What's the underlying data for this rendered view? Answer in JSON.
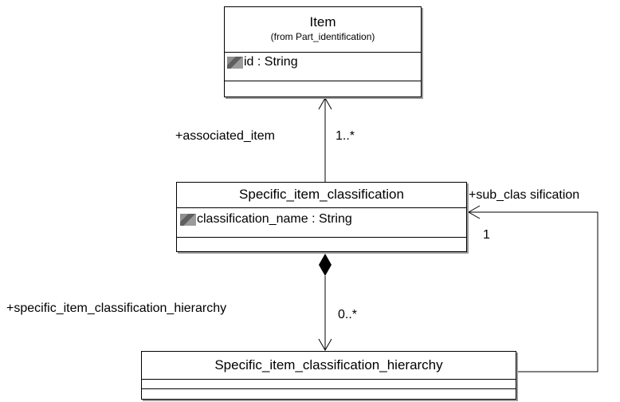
{
  "classes": {
    "item": {
      "name": "Item",
      "from": "(from Part_identification)",
      "attributes": [
        {
          "icon": "attribute-icon",
          "text": "id : String"
        }
      ]
    },
    "specific_item_classification": {
      "name": "Specific_item_classification",
      "attributes": [
        {
          "icon": "attribute-icon",
          "text": "classification_name : String"
        }
      ]
    },
    "specific_item_classification_hierarchy": {
      "name": "Specific_item_classification_hierarchy",
      "attributes": []
    }
  },
  "associations": {
    "associated_item": {
      "role": "+associated_item",
      "multiplicity": "1..*"
    },
    "sub_classification": {
      "role": "+sub_clas sification",
      "multiplicity": "1"
    },
    "hierarchy": {
      "role": "+specific_item_classification_hierarchy",
      "multiplicity": "0..*"
    }
  }
}
